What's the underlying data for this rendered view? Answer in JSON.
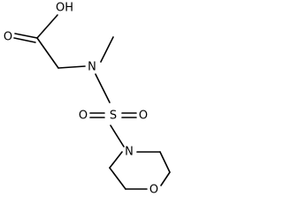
{
  "molecule": {
    "atoms": {
      "hydroxyl": "OH",
      "carbonyl_oxygen": "O",
      "amine_nitrogen": "N",
      "sulfur": "S",
      "sulfonyl_oxygen_left": "O",
      "sulfonyl_oxygen_right": "O",
      "morpholine_nitrogen": "N",
      "morpholine_oxygen": "O"
    }
  }
}
